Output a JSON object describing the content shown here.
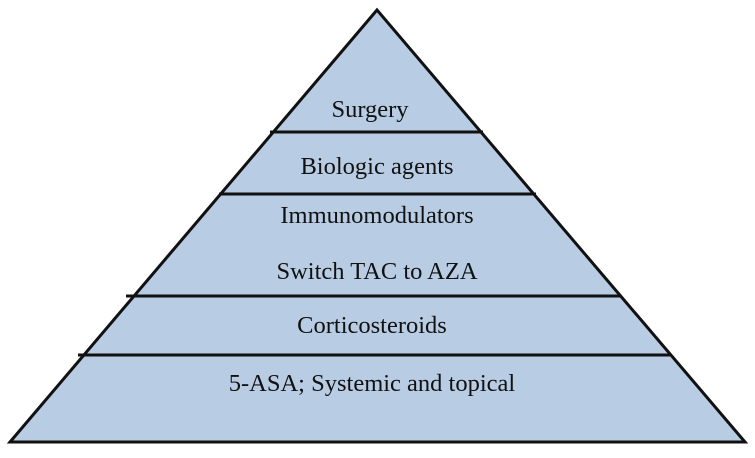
{
  "pyramid": {
    "fill_color": "#b8cde4",
    "outline_color": "#111111",
    "tiers": [
      {
        "label": "Surgery"
      },
      {
        "label": "Biologic agents"
      },
      {
        "label": "Immunomodulators",
        "sublabel": "Switch TAC to AZA"
      },
      {
        "label": "Corticosteroids"
      },
      {
        "label": "5-ASA; Systemic and topical"
      }
    ]
  }
}
